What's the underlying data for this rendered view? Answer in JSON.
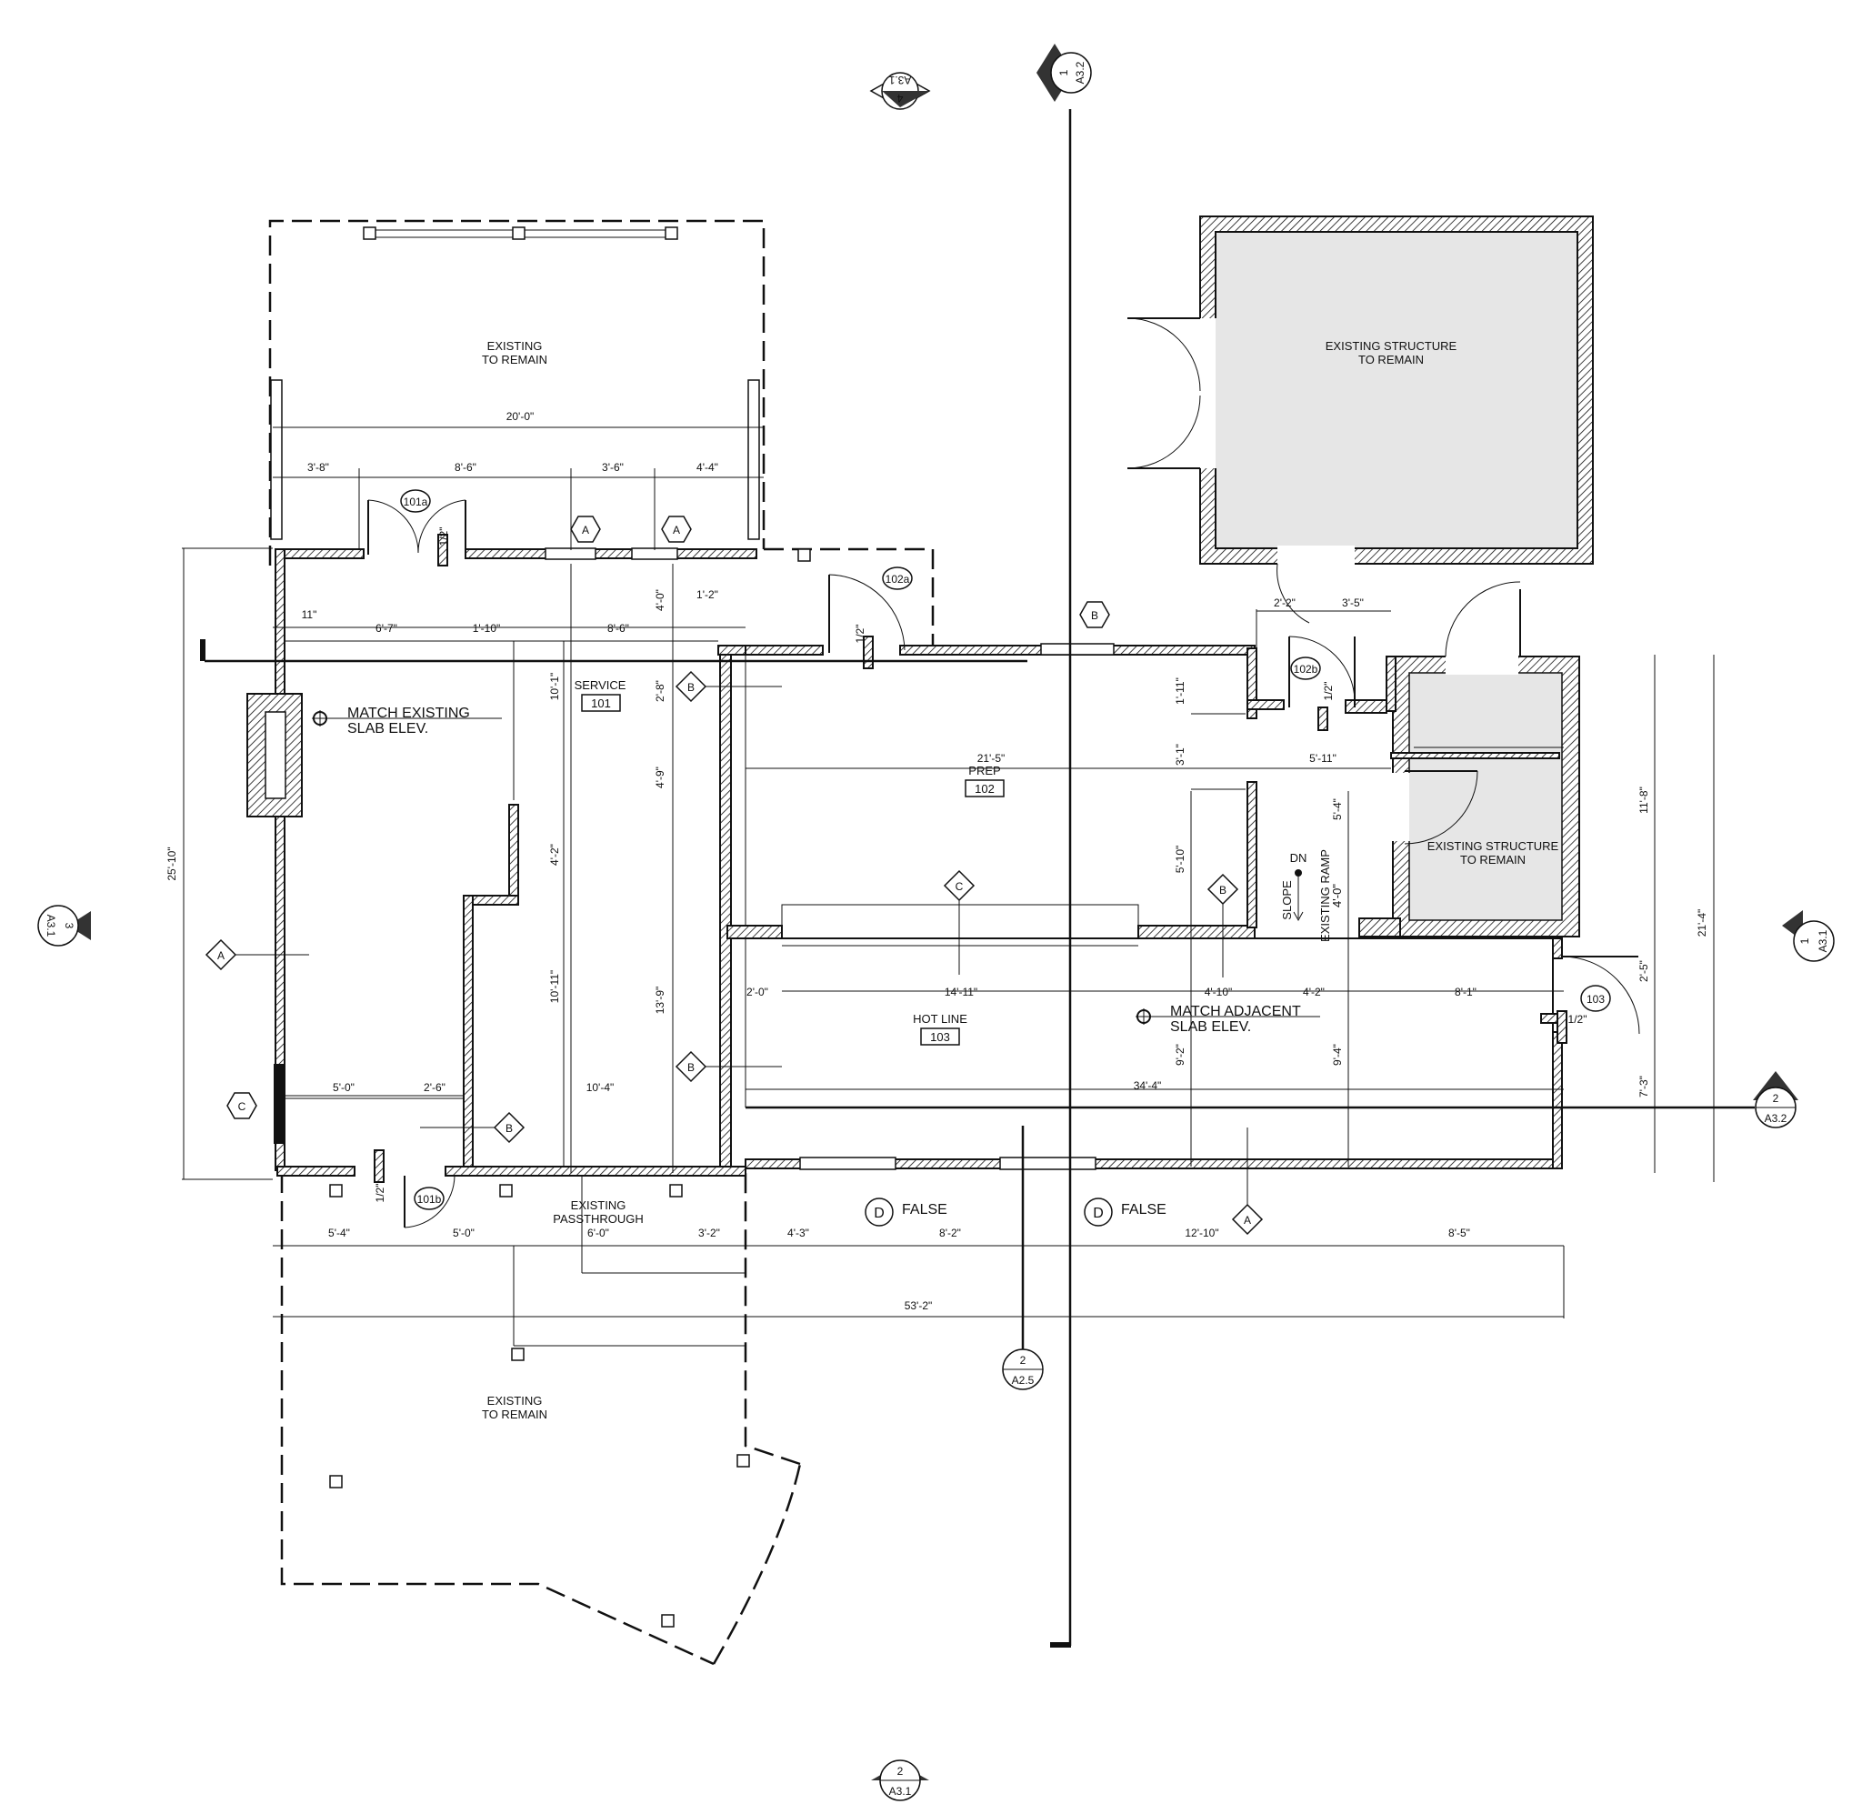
{
  "rooms": {
    "service": {
      "name": "SERVICE",
      "number": "101"
    },
    "prep": {
      "name": "PREP",
      "number": "102"
    },
    "hot_line": {
      "name": "HOT LINE",
      "number": "103"
    }
  },
  "notes": {
    "existing_top_1": "EXISTING",
    "existing_top_2": "TO REMAIN",
    "existing_bottom_1": "EXISTING",
    "existing_bottom_2": "TO REMAIN",
    "existing_structure_1": "EXISTING STRUCTURE",
    "existing_structure_2": "TO REMAIN",
    "existing_structure_b1": "EXISTING STRUCTURE",
    "existing_structure_b2": "TO REMAIN",
    "match_existing_1": "MATCH EXISTING",
    "match_existing_2": "SLAB ELEV.",
    "match_adjacent_1": "MATCH ADJACENT",
    "match_adjacent_2": "SLAB ELEV.",
    "passthrough_1": "EXISTING",
    "passthrough_2": "PASSTHROUGH",
    "false_1": "FALSE",
    "false_2": "FALSE",
    "dn": "DN",
    "slope": "SLOPE",
    "ramp_1": "EXISTING RAMP",
    "ramp_2": "4'-0\""
  },
  "doors": [
    "101a",
    "101b",
    "102a",
    "102b",
    "103"
  ],
  "door_sizes": {
    "d101a": "1/2\"",
    "d101b": "1/2\"",
    "d102a": "1/2\"",
    "d102b": "1/2\"",
    "d103": "1/2\""
  },
  "tags": {
    "a": "A",
    "b": "B",
    "c": "C",
    "d": "D"
  },
  "section_markers": [
    {
      "num": "4",
      "sheet": "A3.1"
    },
    {
      "num": "1",
      "sheet": "A3.2"
    },
    {
      "num": "3",
      "sheet": "A3.1"
    },
    {
      "num": "1",
      "sheet": "A3.1"
    },
    {
      "num": "2",
      "sheet": "A3.2"
    },
    {
      "num": "2",
      "sheet": "A2.5"
    },
    {
      "num": "2",
      "sheet": "A3.1"
    }
  ],
  "dimensions": {
    "top_total": "20'-0\"",
    "t1": "3'-8\"",
    "t2": "8'-6\"",
    "t3": "3'-6\"",
    "t4": "4'-4\"",
    "s11": "11\"",
    "s67": "6'-7\"",
    "s110": "1'-10\"",
    "s86": "8'-6\"",
    "s12": "1'-2\"",
    "v40": "4'-0\"",
    "v101": "10'-1\"",
    "v28": "2'-8\"",
    "v49": "4'-9\"",
    "v42": "4'-2\"",
    "v1011": "10'-11\"",
    "v139": "13'-9\"",
    "left_total": "25'-10\"",
    "b50": "5'-0\"",
    "b26": "2'-6\"",
    "b104": "10'-4\"",
    "r22": "2'-2\"",
    "r35": "3'-5\"",
    "r111": "1'-11\"",
    "r31": "3'-1\"",
    "r511": "5'-11\"",
    "r215": "21'-5\"",
    "r54": "5'-4\"",
    "r510": "5'-10\"",
    "r118": "11'-8\"",
    "r214": "21'-4\"",
    "h20": "2'-0\"",
    "h1411": "14'-11\"",
    "h410": "4'-10\"",
    "h42": "4'-2\"",
    "h81": "8'-1\"",
    "r25": "2'-5\"",
    "v92": "9'-2\"",
    "v94": "9'-4\"",
    "h344": "34'-4\"",
    "r73": "7'-3\"",
    "f54": "5'-4\"",
    "f50": "5'-0\"",
    "f60": "6'-0\"",
    "f32": "3'-2\"",
    "f43": "4'-3\"",
    "f82": "8'-2\"",
    "f1210": "12'-10\"",
    "f85": "8'-5\"",
    "f532": "53'-2\""
  }
}
